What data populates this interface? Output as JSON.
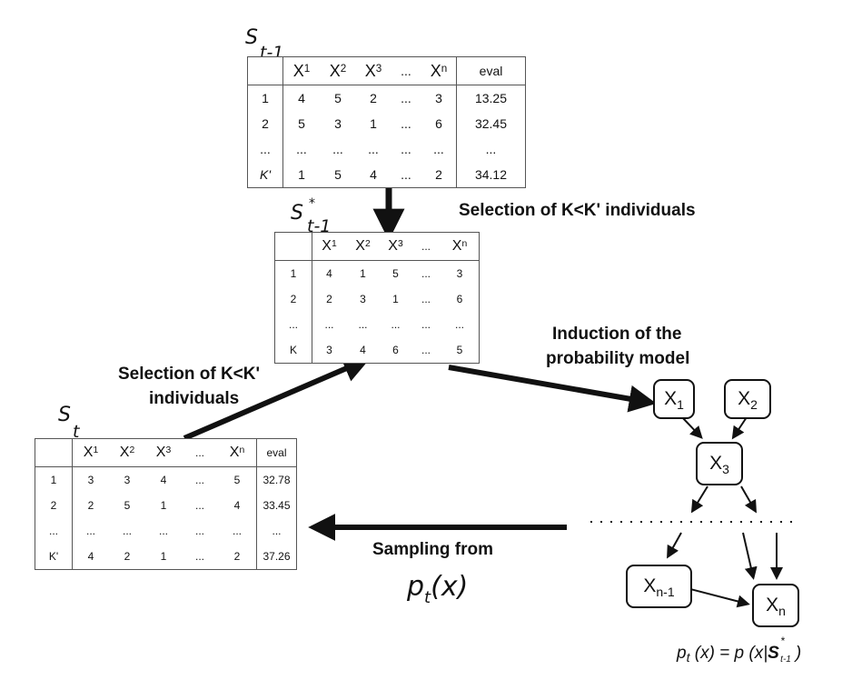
{
  "labels": {
    "s_prev": {
      "main": "S",
      "sub": "t-1"
    },
    "s_selected": {
      "main": "S",
      "sub": "t-1",
      "star": "*"
    },
    "s_current": {
      "main": "S",
      "sub": "t"
    }
  },
  "captions": {
    "selection_right": "Selection of K<K' individuals",
    "selection_left_line1": "Selection of K<K'",
    "selection_left_line2": "individuals",
    "induction_line1": "Induction of the",
    "induction_line2": "probability model",
    "sampling_from": "Sampling from",
    "p_t_main": "p",
    "p_t_sub": "t",
    "p_t_arg": "(x)"
  },
  "formula": {
    "lhs": "p",
    "lhs_sub": "t",
    "mid": " (x) = p (x|",
    "s": "S",
    "s_star": "*",
    "s_sub": "t-1",
    "close": ")"
  },
  "table_top": {
    "headers": [
      "",
      "X1",
      "X2",
      "X3",
      "...",
      "Xn",
      "eval"
    ],
    "rows": [
      [
        "1",
        "4",
        "5",
        "2",
        "...",
        "3",
        "13.25"
      ],
      [
        "2",
        "5",
        "3",
        "1",
        "...",
        "6",
        "32.45"
      ],
      [
        "...",
        "...",
        "...",
        "...",
        "...",
        "...",
        "..."
      ],
      [
        "K'",
        "1",
        "5",
        "4",
        "...",
        "2",
        "34.12"
      ]
    ]
  },
  "table_mid": {
    "headers": [
      "",
      "X1",
      "X2",
      "X3",
      "...",
      "Xn"
    ],
    "rows": [
      [
        "1",
        "4",
        "1",
        "5",
        "...",
        "3"
      ],
      [
        "2",
        "2",
        "3",
        "1",
        "...",
        "6"
      ],
      [
        "...",
        "...",
        "...",
        "...",
        "...",
        "..."
      ],
      [
        "K",
        "3",
        "4",
        "6",
        "...",
        "5"
      ]
    ]
  },
  "table_bottom": {
    "headers": [
      "",
      "X1",
      "X2",
      "X3",
      "...",
      "Xn",
      "eval"
    ],
    "rows": [
      [
        "1",
        "3",
        "3",
        "4",
        "...",
        "5",
        "32.78"
      ],
      [
        "2",
        "2",
        "5",
        "1",
        "...",
        "4",
        "33.45"
      ],
      [
        "...",
        "...",
        "...",
        "...",
        "...",
        "...",
        "..."
      ],
      [
        "K'",
        "4",
        "2",
        "1",
        "...",
        "2",
        "37.26"
      ]
    ]
  },
  "nodes": {
    "x1": {
      "main": "X",
      "sub": "1"
    },
    "x2": {
      "main": "X",
      "sub": "2"
    },
    "x3": {
      "main": "X",
      "sub": "3"
    },
    "xn1": {
      "main": "X",
      "sub": "n-1"
    },
    "xn": {
      "main": "X",
      "sub": "n"
    }
  },
  "colors": {
    "ink": "#111111",
    "grid": "#555555"
  }
}
